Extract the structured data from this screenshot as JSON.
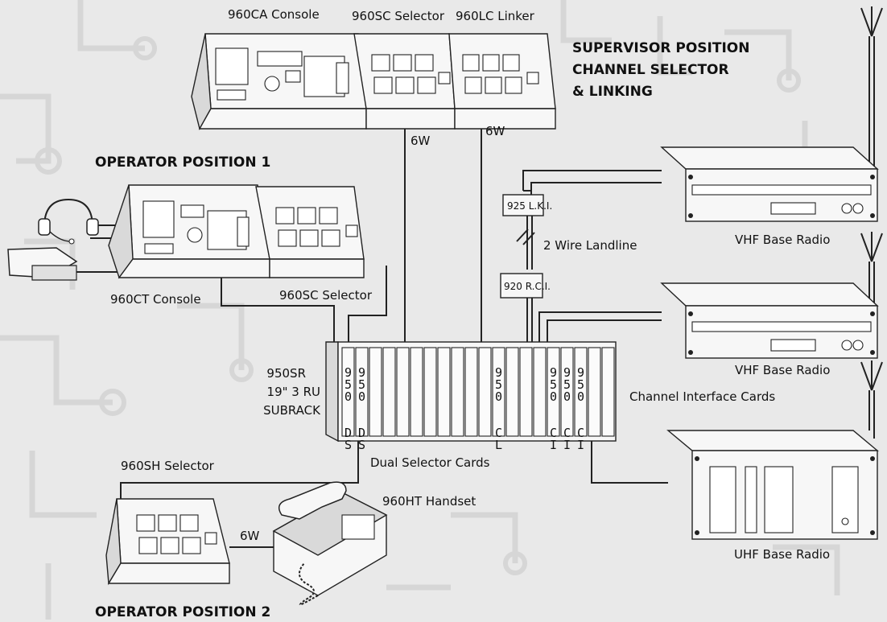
{
  "labels": {
    "ca_console": "960CA Console",
    "sc_selector_top": "960SC Selector",
    "lc_linker": "960LC Linker",
    "supervisor_line1": "SUPERVISOR POSITION",
    "supervisor_line2": "CHANNEL SELECTOR",
    "supervisor_line3": "& LINKING",
    "operator1": "OPERATOR POSITION 1",
    "operator2": "OPERATOR POSITION 2",
    "wire_6w_a": "6W",
    "wire_6w_b": "6W",
    "wire_6w_c": "6W",
    "ct_console": "960CT Console",
    "sc_selector_mid": "960SC Selector",
    "subrack_line1": "950SR",
    "subrack_line2": "19\"  3 RU",
    "subrack_line3": "SUBRACK",
    "lki": "925 L.K.I.",
    "rci": "920 R.C.I.",
    "landline": "2 Wire Landline",
    "vhf1": "VHF Base Radio",
    "vhf2": "VHF Base Radio",
    "channel_cards": "Channel Interface Cards",
    "dual_cards": "Dual Selector Cards",
    "sh_selector": "960SH Selector",
    "handset": "960HT Handset",
    "uhf": "UHF Base Radio"
  },
  "cards": {
    "ds1": [
      "9",
      "5",
      "0",
      "D",
      "S"
    ],
    "ds2": [
      "9",
      "5",
      "0",
      "D",
      "S"
    ],
    "cl": [
      "9",
      "5",
      "0",
      "C",
      "L"
    ],
    "ci1": [
      "9",
      "5",
      "0",
      "C",
      "I"
    ],
    "ci2": [
      "9",
      "5",
      "0",
      "C",
      "I"
    ],
    "ci3": [
      "9",
      "5",
      "0",
      "C",
      "I"
    ]
  },
  "colors": {
    "background": "#e9e9e9",
    "line": "#222222",
    "equipment": "#f7f7f7"
  }
}
